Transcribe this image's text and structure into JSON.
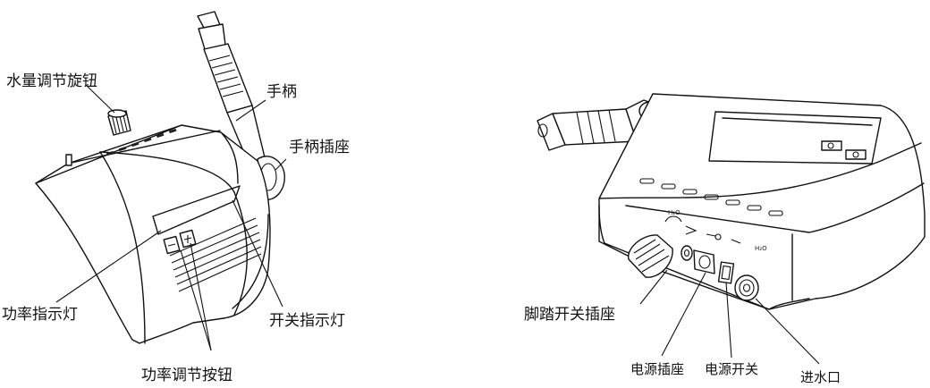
{
  "colors": {
    "line": "#111111",
    "background": "#ffffff"
  },
  "left_view": {
    "labels": {
      "water_knob": "水量调节旋钮",
      "handpiece": "手柄",
      "handpiece_socket": "手柄插座",
      "power_indicator": "功率指示灯",
      "switch_indicator": "开关指示灯",
      "power_buttons": "功率调节按钮"
    }
  },
  "right_view": {
    "labels": {
      "pedal_socket": "脚踏开关插座",
      "power_socket": "电源插座",
      "power_switch": "电源开关",
      "water_inlet": "进水口"
    },
    "panel_markings": {
      "water_symbol_left": "H₂O",
      "water_symbol_right": "H₂O"
    }
  }
}
